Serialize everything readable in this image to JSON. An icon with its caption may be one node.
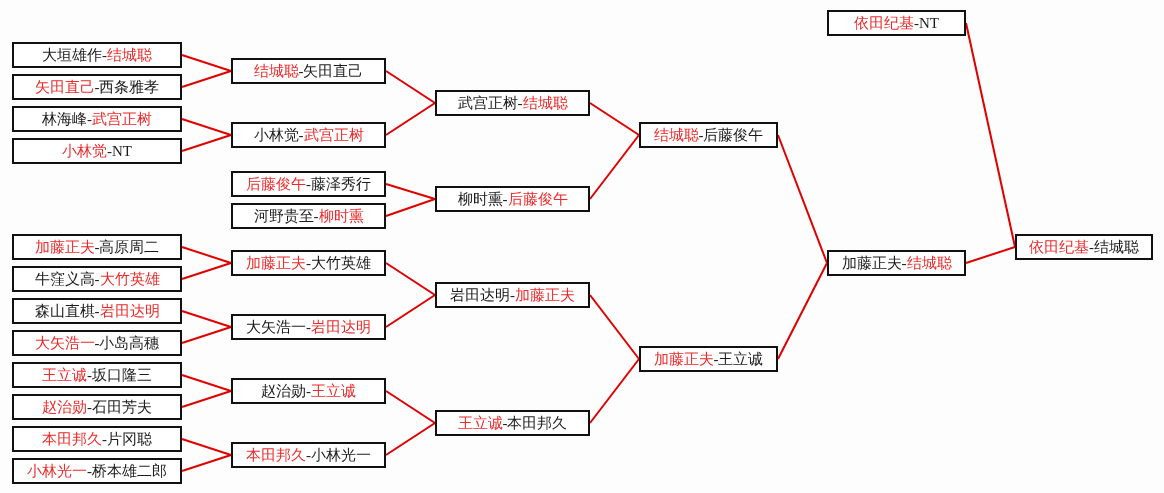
{
  "diagram": {
    "nodes": [
      {
        "text": [
          "大垣雄作-**结城聪**"
        ]
      },
      {
        "text": [
          "**矢田直己**-西条雅孝"
        ]
      },
      {
        "text": [
          "林海峰-**武宫正树**"
        ]
      },
      {
        "text": [
          "**小林觉**-NT"
        ]
      },
      {
        "text": [
          "**加藤正夫**-高原周二"
        ]
      },
      {
        "text": [
          "牛窪义高-**大竹英雄**"
        ]
      },
      {
        "text": [
          "森山直棋-**岩田达明**"
        ]
      },
      {
        "text": [
          "**大矢浩一**-小岛高穗"
        ]
      },
      {
        "text": [
          "**王立诚**-坂口隆三"
        ]
      },
      {
        "text": [
          "**赵治勋**-石田芳夫"
        ]
      },
      {
        "text": [
          "**本田邦久**-片冈聪"
        ]
      },
      {
        "text": [
          "**小林光一**-桥本雄二郎"
        ]
      },
      {
        "text": [
          "**结城聪**-矢田直己"
        ]
      },
      {
        "text": [
          "小林觉-**武宫正树**"
        ]
      },
      {
        "text": [
          "**后藤俊午**-藤泽秀行"
        ]
      },
      {
        "text": [
          "河野贵至-**柳时熏**"
        ]
      },
      {
        "text": [
          "**加藤正夫**-大竹英雄"
        ]
      },
      {
        "text": [
          "大矢浩一-**岩田达明**"
        ]
      },
      {
        "text": [
          "赵治勋-**王立诚**"
        ]
      },
      {
        "text": [
          "**本田邦久**-小林光一"
        ]
      },
      {
        "text": [
          "武宫正树-**结城聪**"
        ]
      },
      {
        "text": [
          "柳时熏-**后藤俊午**"
        ]
      },
      {
        "text": [
          "岩田达明-**加藤正夫**"
        ]
      },
      {
        "text": [
          "**王立诚**-本田邦久"
        ]
      },
      {
        "text": [
          "**结城聪**-后藤俊午"
        ]
      },
      {
        "text": [
          "**加藤正夫**-王立诚"
        ]
      },
      {
        "text": [
          "**依田纪基**-NT"
        ]
      },
      {
        "text": [
          "加藤正夫-**结城聪**"
        ]
      },
      {
        "text": [
          "**依田纪基**-结城聪"
        ]
      }
    ],
    "edges": [
      {
        "from": 0,
        "to": 12,
        "arrow": "none"
      },
      {
        "from": 1,
        "to": 12,
        "arrow": "none"
      },
      {
        "from": 2,
        "to": 13,
        "arrow": "none"
      },
      {
        "from": 3,
        "to": 13,
        "arrow": "none"
      },
      {
        "from": 4,
        "to": 16,
        "arrow": "none"
      },
      {
        "from": 5,
        "to": 16,
        "arrow": "none"
      },
      {
        "from": 6,
        "to": 17,
        "arrow": "none"
      },
      {
        "from": 7,
        "to": 17,
        "arrow": "none"
      },
      {
        "from": 8,
        "to": 18,
        "arrow": "none"
      },
      {
        "from": 9,
        "to": 18,
        "arrow": "none"
      },
      {
        "from": 10,
        "to": 19,
        "arrow": "none"
      },
      {
        "from": 11,
        "to": 19,
        "arrow": "none"
      },
      {
        "from": 12,
        "to": 20,
        "arrow": "none"
      },
      {
        "from": 13,
        "to": 20,
        "arrow": "none"
      },
      {
        "from": 14,
        "to": 21,
        "arrow": "none"
      },
      {
        "from": 15,
        "to": 21,
        "arrow": "none"
      },
      {
        "from": 16,
        "to": 22,
        "arrow": "none"
      },
      {
        "from": 17,
        "to": 22,
        "arrow": "none"
      },
      {
        "from": 18,
        "to": 23,
        "arrow": "none"
      },
      {
        "from": 19,
        "to": 23,
        "arrow": "none"
      },
      {
        "from": 20,
        "to": 24,
        "arrow": "none"
      },
      {
        "from": 21,
        "to": 24,
        "arrow": "none"
      },
      {
        "from": 22,
        "to": 25,
        "arrow": "none"
      },
      {
        "from": 23,
        "to": 25,
        "arrow": "none"
      },
      {
        "from": 24,
        "to": 27,
        "arrow": "none"
      },
      {
        "from": 25,
        "to": 27,
        "arrow": "none"
      },
      {
        "from": 26,
        "to": 28,
        "arrow": "none"
      },
      {
        "from": 27,
        "to": 28,
        "arrow": "none"
      }
    ]
  }
}
